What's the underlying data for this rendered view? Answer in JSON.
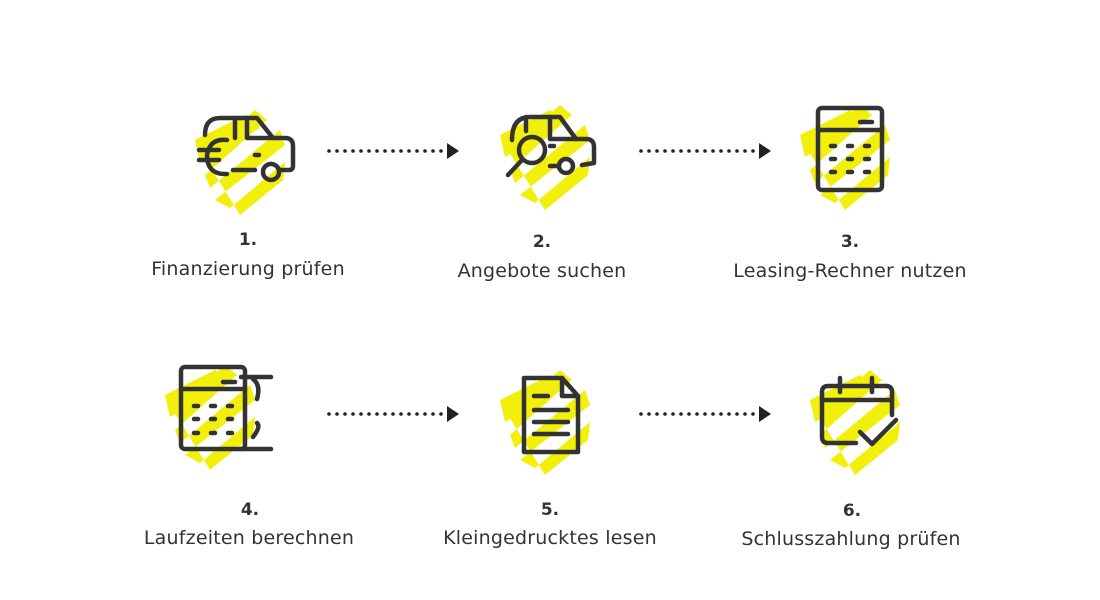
{
  "accent_color": "#f2ef0a",
  "stroke_color": "#333333",
  "steps": [
    {
      "number": "1.",
      "label": "Finanzierung prüfen",
      "icon": "car-euro-icon"
    },
    {
      "number": "2.",
      "label": "Angebote suchen",
      "icon": "car-search-icon"
    },
    {
      "number": "3.",
      "label": "Leasing-Rechner nutzen",
      "icon": "calculator-icon"
    },
    {
      "number": "4.",
      "label": "Laufzeiten berechnen",
      "icon": "calculator-duration-icon"
    },
    {
      "number": "5.",
      "label": "Kleingedrucktes lesen",
      "icon": "document-icon"
    },
    {
      "number": "6.",
      "label": "Schlusszahlung prüfen",
      "icon": "calendar-check-icon"
    }
  ]
}
